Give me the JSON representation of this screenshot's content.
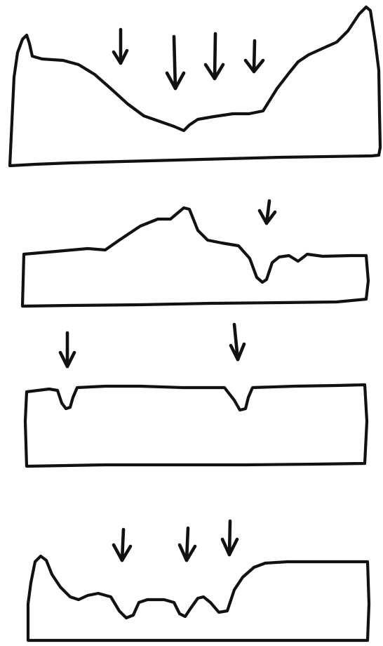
{
  "diagram": {
    "description_free": true,
    "panels": [
      {
        "id": "panel-1",
        "arrow_count": 4
      },
      {
        "id": "panel-2",
        "arrow_count": 1
      },
      {
        "id": "panel-3",
        "arrow_count": 2
      },
      {
        "id": "panel-4",
        "arrow_count": 3
      }
    ],
    "ink_color": "#111111",
    "background_color": "#ffffff"
  }
}
